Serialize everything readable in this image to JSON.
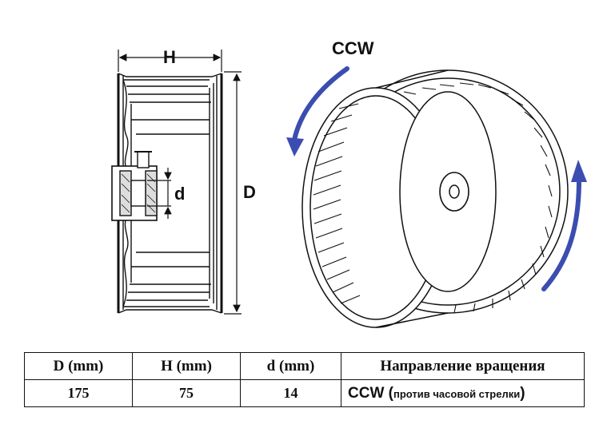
{
  "drawing": {
    "label_h": "H",
    "label_d_big": "D",
    "label_d_small": "d",
    "rotation_label": "CCW",
    "arrow_color": "#3b4db0"
  },
  "table": {
    "headers": [
      "D (mm)",
      "H (mm)",
      "d (mm)",
      "Направление вращения"
    ],
    "values": [
      "175",
      "75",
      "14"
    ],
    "direction_main": "CCW",
    "direction_paren_open": " (",
    "direction_note": "против часовой стрелки",
    "direction_paren_close": ")"
  }
}
